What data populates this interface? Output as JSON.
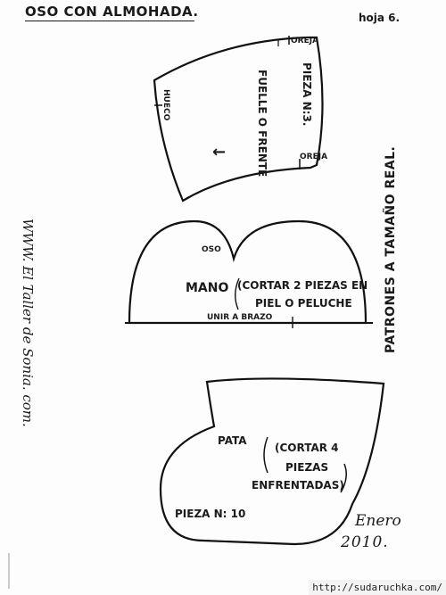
{
  "header": {
    "title": "OSO CON ALMOHADA.",
    "sheet": "hoja 6."
  },
  "side_notes": {
    "pattern_note": "PATRONES A TAMAÑO REAL.",
    "website": "WWW. El Taller de Sonia. com."
  },
  "piece3": {
    "label_top": "OREJA",
    "label_bottom": "OREJA",
    "label_left": "HUECO",
    "piece_no": "PIEZA N:3.",
    "name": "FUELLE O FRENTE",
    "arrow": "←"
  },
  "hand": {
    "label_oso": "OSO",
    "name": "MANO",
    "instructions_line1": "(CORTAR 2 PIEZAS EN",
    "instructions_line2": "PIEL O PELUCHE",
    "edge_label": "UNIR A BRAZO"
  },
  "foot": {
    "name": "PATA",
    "instructions_line1": "(CORTAR 4",
    "instructions_line2": "PIEZAS",
    "instructions_line3": "ENFRENTADAS)",
    "piece_no": "PIEZA N: 10"
  },
  "footer": {
    "month": "Enero",
    "year": "2010.",
    "watermark": "http://sudaruchka.com/"
  }
}
